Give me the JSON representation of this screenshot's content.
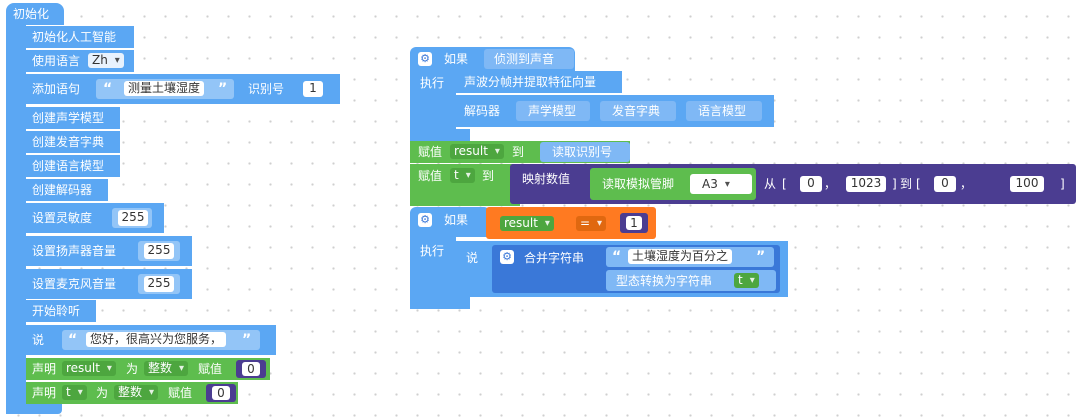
{
  "init": {
    "hat": "初始化",
    "lines": {
      "init_ai": "初始化人工智能",
      "use_lang": "使用语言",
      "lang_value": "Zh",
      "add_phrase": "添加语句",
      "phrase_text": "测量土壤湿度",
      "id_label": "识别号",
      "id_value": "1",
      "create_acoustic": "创建声学模型",
      "create_pron": "创建发音字典",
      "create_lang": "创建语言模型",
      "create_decoder": "创建解码器",
      "set_sens": "设置灵敏度",
      "sens_value": "255",
      "set_spk": "设置扬声器音量",
      "spk_value": "255",
      "set_mic": "设置麦克风音量",
      "mic_value": "255",
      "start_listen": "开始聆听",
      "say": "说",
      "say_text": "您好，很高兴为您服务，",
      "declare": "声明",
      "var_result": "result",
      "as": "为",
      "type_int": "整数",
      "assign": "赋值",
      "zero": "0",
      "var_t": "t"
    }
  },
  "main": {
    "if1": "如果",
    "detect": "侦测到声音",
    "exec": "执行",
    "frame": "声波分帧并提取特征向量",
    "decoder": "解码器",
    "acoustic": "声学模型",
    "pron": "发音字典",
    "lang_model": "语言模型",
    "assign": "赋值",
    "to": "到",
    "var_result": "result",
    "read_id": "读取识别号",
    "var_t": "t",
    "map": "映射数值",
    "read_analog": "读取模拟管脚",
    "pin": "A3",
    "from": "从",
    "lb": "[",
    "rb": "]",
    "comma": "，",
    "to2": "到",
    "v0a": "0",
    "v1023": "1023",
    "v0b": "0",
    "v100": "100",
    "if2": "如果",
    "eq": "=",
    "one": "1",
    "exec2": "执行",
    "say": "说",
    "join": "合并字符串",
    "str_humidity": "土壤湿度为百分之",
    "to_string": "型态转换为字符串"
  },
  "colors": {
    "block_blue": "#5ba7f3",
    "block_dark_blue": "#3a78d8",
    "variable_green": "#5ebd4e",
    "logic_orange": "#ff7a21",
    "math_purple": "#4b3d91"
  },
  "icons": {
    "gear": "gear-icon",
    "dropdown": "chevron-down-icon"
  }
}
